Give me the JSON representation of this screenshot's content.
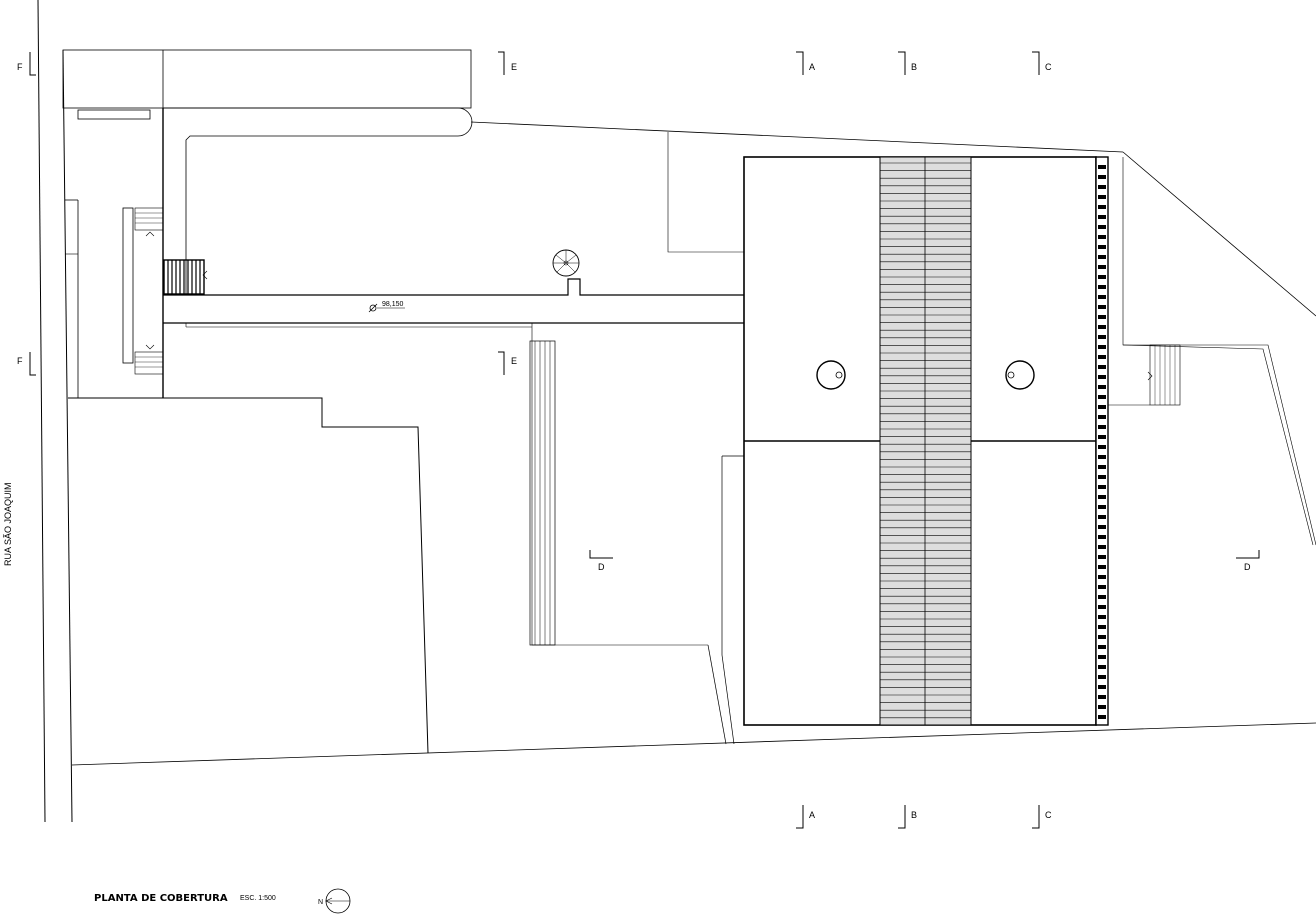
{
  "drawing": {
    "title": "PLANTA DE COBERTURA",
    "scale": "ESC. 1:500",
    "street": "RUA SÃO JOAQUIM",
    "elevation": "98,150",
    "north_letter": "N"
  },
  "section_markers": {
    "a": "A",
    "b": "B",
    "c": "C",
    "d": "D",
    "e": "E",
    "f": "F"
  },
  "icons": [
    "north-arrow-icon",
    "elevation-marker-icon",
    "spiral-stair-icon",
    "section-cut-icon"
  ]
}
